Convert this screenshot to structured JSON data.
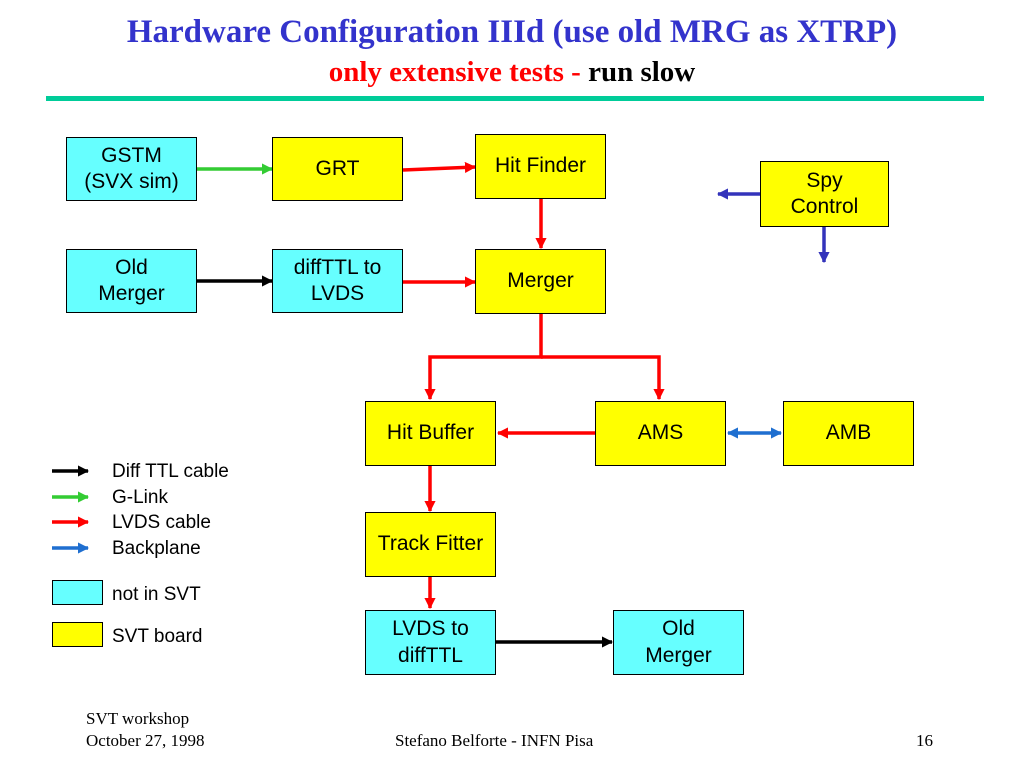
{
  "title": {
    "line1": "Hardware Configuration IIId (use old MRG as XTRP)",
    "line2_red": "only extensive tests - ",
    "line2_black": "run slow"
  },
  "colors": {
    "not_in_svt": "#66ffff",
    "svt_board": "#ffff00",
    "diff_ttl": "#000000",
    "g_link": "#33cc33",
    "lvds": "#ff0000",
    "backplane": "#1f6fd0",
    "title_blue": "#3333cc",
    "rule": "#00cc99"
  },
  "boxes": {
    "gstm": [
      "GSTM",
      "(SVX sim)"
    ],
    "grt": [
      "GRT"
    ],
    "hit_finder": [
      "Hit Finder"
    ],
    "spy_control": [
      "Spy",
      "Control"
    ],
    "old_merger_in": [
      "Old",
      "Merger"
    ],
    "diffttl_to_lvds": [
      "diffTTL to",
      "LVDS"
    ],
    "merger": [
      "Merger"
    ],
    "hit_buffer": [
      "Hit Buffer"
    ],
    "ams": [
      "AMS"
    ],
    "amb": [
      "AMB"
    ],
    "track_fitter": [
      "Track Fitter"
    ],
    "lvds_to_diffttl": [
      "LVDS to",
      "diffTTL"
    ],
    "old_merger_out": [
      "Old",
      "Merger"
    ]
  },
  "legend": {
    "cables": [
      {
        "label": "Diff TTL cable",
        "color": "#000000"
      },
      {
        "label": "G-Link",
        "color": "#33cc33"
      },
      {
        "label": "LVDS cable",
        "color": "#ff0000"
      },
      {
        "label": "Backplane",
        "color": "#1f6fd0"
      }
    ],
    "not_in_svt": "not in SVT",
    "svt_board": "SVT board"
  },
  "footer": {
    "event": "SVT workshop",
    "date": "October 27, 1998",
    "author": "Stefano Belforte - INFN Pisa",
    "page": "16"
  }
}
